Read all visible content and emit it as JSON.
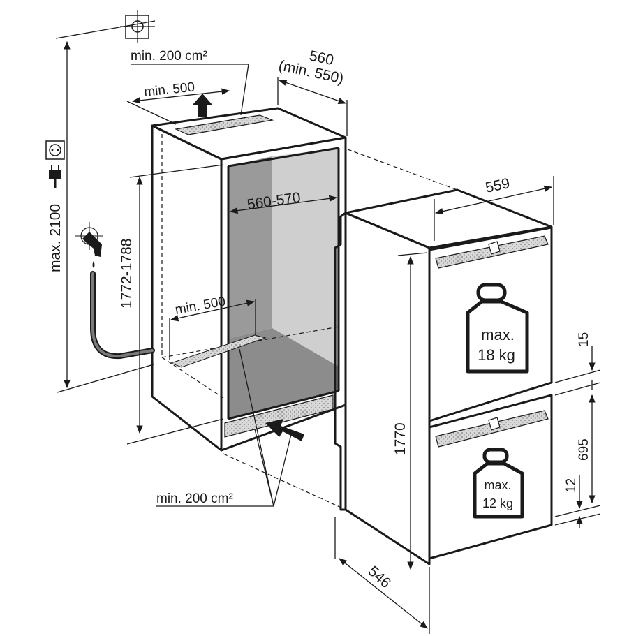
{
  "dimensions": {
    "vent_top_area": "min. 200 cm²",
    "vent_top_depth": "min. 500",
    "niche_depth": "560",
    "niche_depth_min": "(min. 550)",
    "total_height_max": "max. 2100",
    "niche_height": "1772-1788",
    "niche_width": "560-570",
    "floor_depth": "min. 500",
    "vent_bottom_area": "min. 200 cm²",
    "appliance_width": "559",
    "appliance_height": "1770",
    "appliance_depth": "546",
    "gap_top": "15",
    "door_height": "695",
    "gap_bottom": "12"
  },
  "weights": {
    "upper_prefix": "max.",
    "upper_value": "18 kg",
    "lower_prefix": "max.",
    "lower_value": "12 kg"
  },
  "icons": [
    "gas-symbol-icon",
    "power-socket-icon",
    "power-plug-icon",
    "water-tap-icon",
    "airflow-arrow-icon",
    "weight-icon"
  ]
}
